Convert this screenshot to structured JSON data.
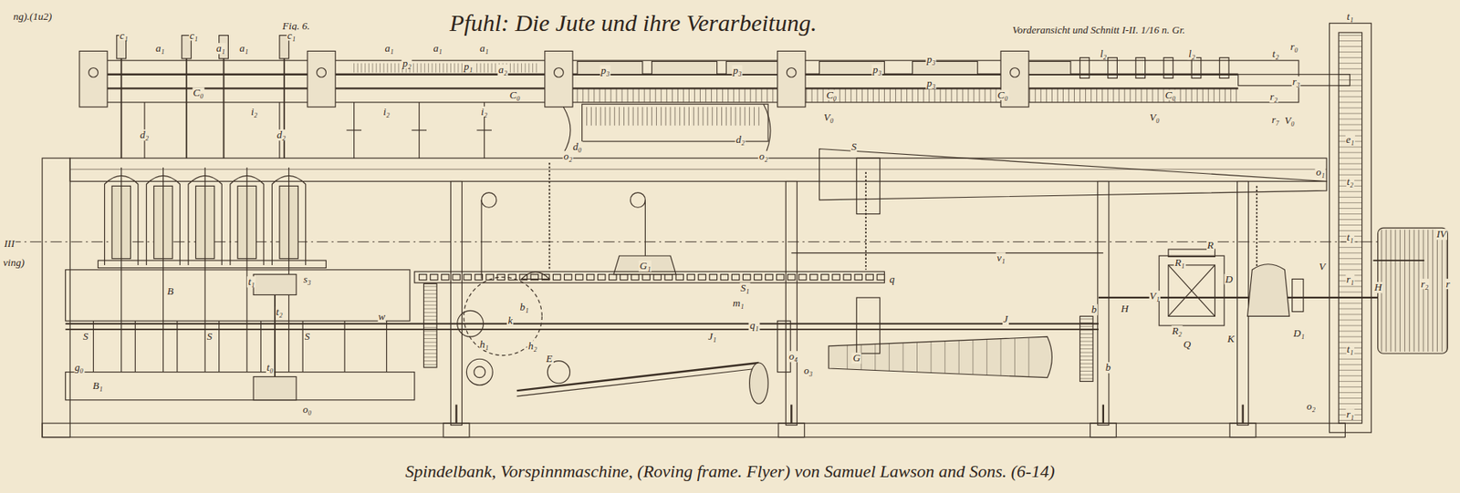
{
  "diagram": {
    "title": "Pfuhl: Die Jute und ihre Verarbeitung.",
    "caption": "Spindelbank, Vorspinnmaschine, (Roving frame. Flyer) von Samuel Lawson and Sons. (6-14)",
    "labels": [
      "Fig. 6.",
      "Vorderansicht und Schnitt I-II. 1/16 n. Gr.",
      "ng).(1u2)",
      "III",
      "ving)",
      "IV",
      "c₁",
      "a₁",
      "c₁",
      "a₁",
      "a₁",
      "c₁",
      "a₁",
      "a₁",
      "a₁",
      "p₂",
      "p₁",
      "a₂",
      "C₀",
      "C₀",
      "i₂",
      "i₂",
      "i₂",
      "d₂",
      "d₂",
      "p₃",
      "p₃",
      "p₃",
      "p₃",
      "p₃",
      "C₀",
      "C₀",
      "C₀",
      "V₀",
      "V₀",
      "V₀",
      "d₀",
      "d₂",
      "o₂",
      "o₂",
      "l₂",
      "l₂",
      "t₂",
      "r₀",
      "r₃",
      "r₂",
      "r₇",
      "t₁",
      "e₁",
      "t₂",
      "t₁",
      "r₁",
      "t₁",
      "r₁",
      "o₁",
      "V",
      "r₂",
      "r",
      "H",
      "S",
      "G₁",
      "S₁",
      "q",
      "v₁",
      "B",
      "B₁",
      "S",
      "S",
      "S",
      "w",
      "g₀",
      "t₂",
      "t₁",
      "s₃",
      "R",
      "R₁",
      "D",
      "R₂",
      "Q",
      "K",
      "H",
      "V₁",
      "D₁",
      "J₁",
      "J",
      "G",
      "b",
      "b",
      "E",
      "m₁",
      "q₁",
      "o₃",
      "o₄",
      "o₀",
      "t₀",
      "o₂",
      "b₁",
      "h₂",
      "h₁",
      "k"
    ]
  }
}
